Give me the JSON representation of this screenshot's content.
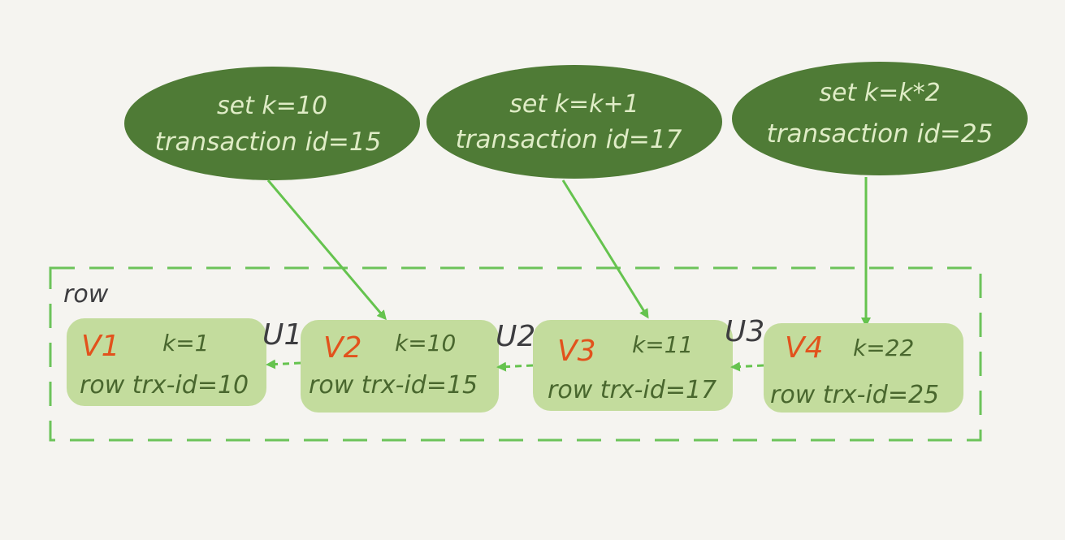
{
  "diagram": {
    "container_label": "row",
    "colors": {
      "background": "#f5f4f0",
      "ellipse_fill": "#4f7b36",
      "ellipse_text": "#dfecc6",
      "box_fill": "#c3dc9d",
      "box_text": "#49672e",
      "version_text": "#e2521c",
      "arrow": "#65c34e",
      "dashed_border": "#6cc35a",
      "undo_text": "#3d3d40"
    },
    "updates": [
      {
        "line1": "set k=10",
        "line2": "transaction id=15"
      },
      {
        "line1": "set k=k+1",
        "line2": "transaction id=17"
      },
      {
        "line1": "set k=k*2",
        "line2": "transaction id=25"
      }
    ],
    "versions": [
      {
        "version": "V1",
        "value": "k=1",
        "trx": "row trx-id=10"
      },
      {
        "version": "V2",
        "value": "k=10",
        "trx": "row trx-id=15"
      },
      {
        "version": "V3",
        "value": "k=11",
        "trx": "row trx-id=17"
      },
      {
        "version": "V4",
        "value": "k=22",
        "trx": "row trx-id=25"
      }
    ],
    "undo_logs": [
      "U1",
      "U2",
      "U3"
    ]
  }
}
